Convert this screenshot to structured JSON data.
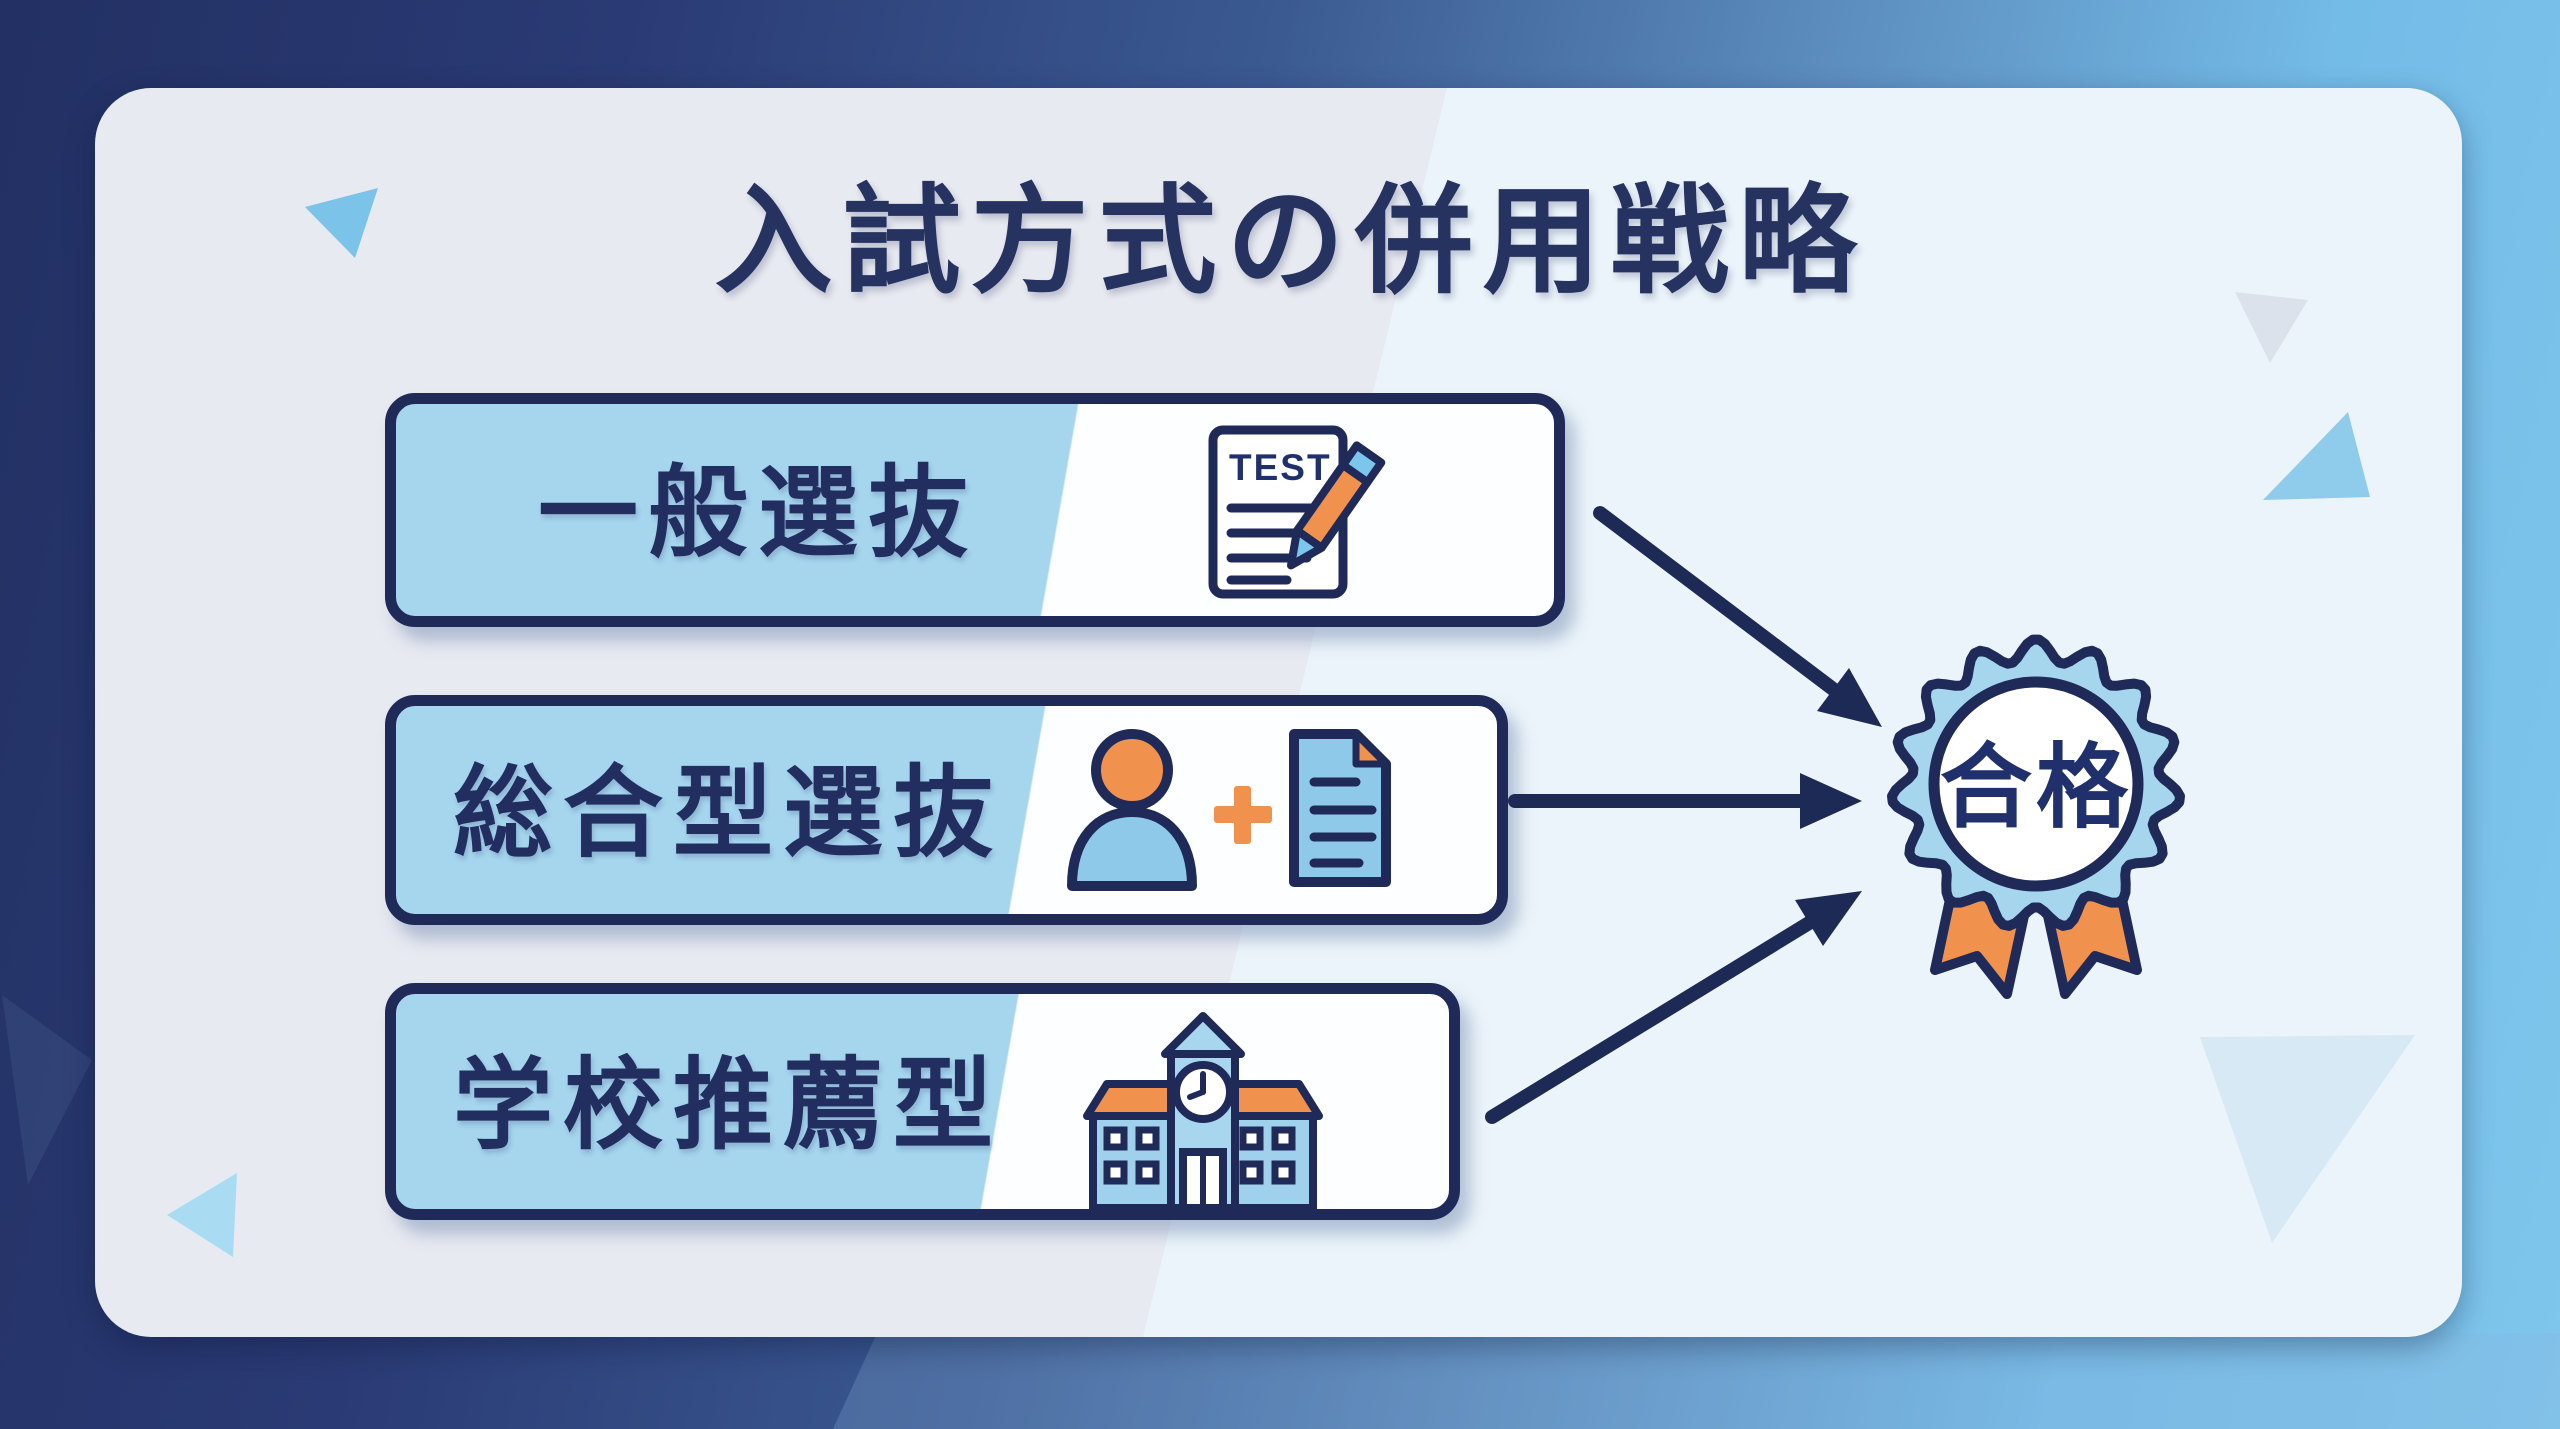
{
  "title": {
    "text": "入試方式の併用戦略"
  },
  "methods": [
    {
      "label": "一般選抜",
      "icon": "test-paper-pencil-icon",
      "icon_text": "TEST"
    },
    {
      "label": "総合型選抜",
      "icon": "person-plus-document-icon"
    },
    {
      "label": "学校推薦型",
      "icon": "school-building-icon"
    }
  ],
  "badge": {
    "label": "合格",
    "icon": "award-rosette-icon"
  },
  "arrows": [
    {
      "from": "一般選抜",
      "to": "合格"
    },
    {
      "from": "総合型選抜",
      "to": "合格"
    },
    {
      "from": "学校推薦型",
      "to": "合格"
    }
  ],
  "colors": {
    "outline_navy": "#1f2a58",
    "title_navy": "#26325f",
    "box_blue": "#a6d5ee",
    "icon_blue": "#8ec9ea",
    "accent_orange": "#f0924d",
    "badge_blue": "#a6d6ee",
    "bg_navy": "#223063",
    "bg_sky": "#7fc6ec",
    "panel_light": "#e9eef5"
  }
}
